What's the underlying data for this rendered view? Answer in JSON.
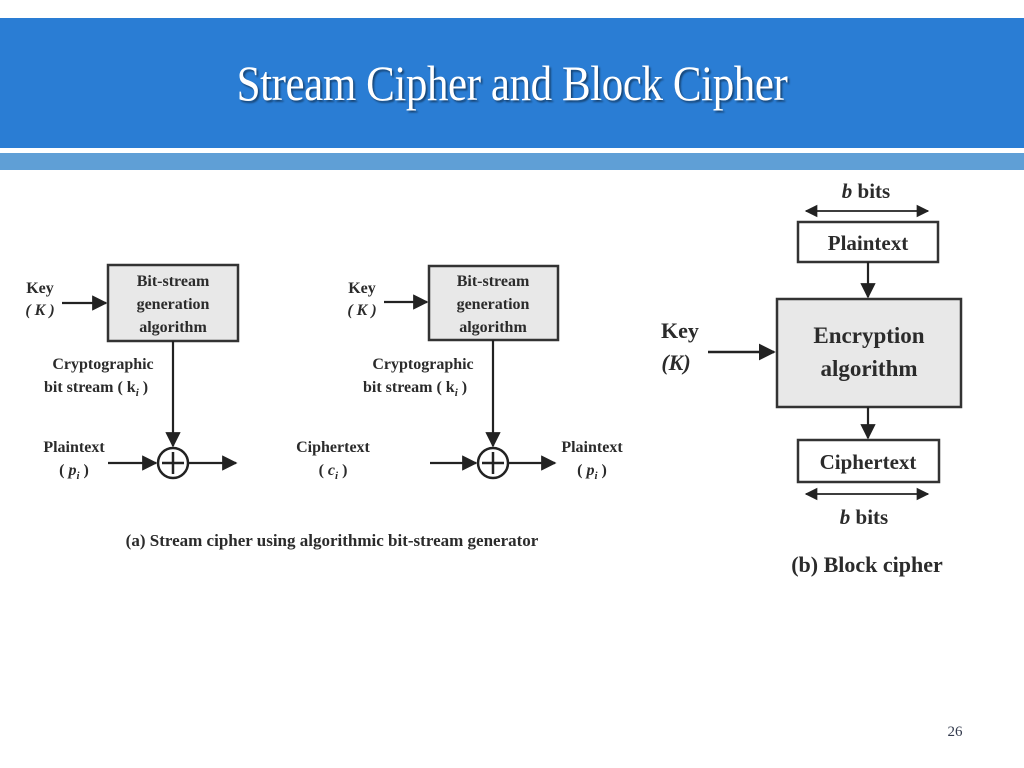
{
  "slide": {
    "title": "Stream Cipher and Block Cipher",
    "page_number": "26",
    "colors": {
      "title_band": "#2a7dd4",
      "accent_stripe": "#5f9fd6",
      "box_fill": "#e8e8e8",
      "line": "#222222"
    }
  },
  "stream_cipher": {
    "encrypt": {
      "key_label": "Key",
      "key_symbol": "( K )",
      "box_lines": [
        "Bit-stream",
        "generation",
        "algorithm"
      ],
      "stream_label_1": "Cryptographic",
      "stream_label_2": "bit stream ( k",
      "stream_sub": "i",
      "stream_close": " )",
      "input_label": "Plaintext",
      "input_symbol": "p",
      "input_sub": "i",
      "xor_symbol": "xor-icon"
    },
    "decrypt": {
      "key_label": "Key",
      "key_symbol": "( K )",
      "box_lines": [
        "Bit-stream",
        "generation",
        "algorithm"
      ],
      "stream_label_1": "Cryptographic",
      "stream_label_2": "bit stream ( k",
      "stream_sub": "i",
      "stream_close": " )",
      "input_label": "Ciphertext",
      "input_symbol": "c",
      "input_sub": "i",
      "output_label": "Plaintext",
      "output_symbol": "p",
      "output_sub": "i"
    },
    "caption": "(a) Stream cipher using algorithmic bit-stream generator"
  },
  "block_cipher": {
    "top_bits": "bits",
    "bits_var": "b",
    "input_box": "Plaintext",
    "key_label": "Key",
    "key_symbol": "(K)",
    "algo_lines": [
      "Encryption",
      "algorithm"
    ],
    "output_box": "Ciphertext",
    "bottom_bits": "bits",
    "caption": "(b) Block cipher"
  }
}
